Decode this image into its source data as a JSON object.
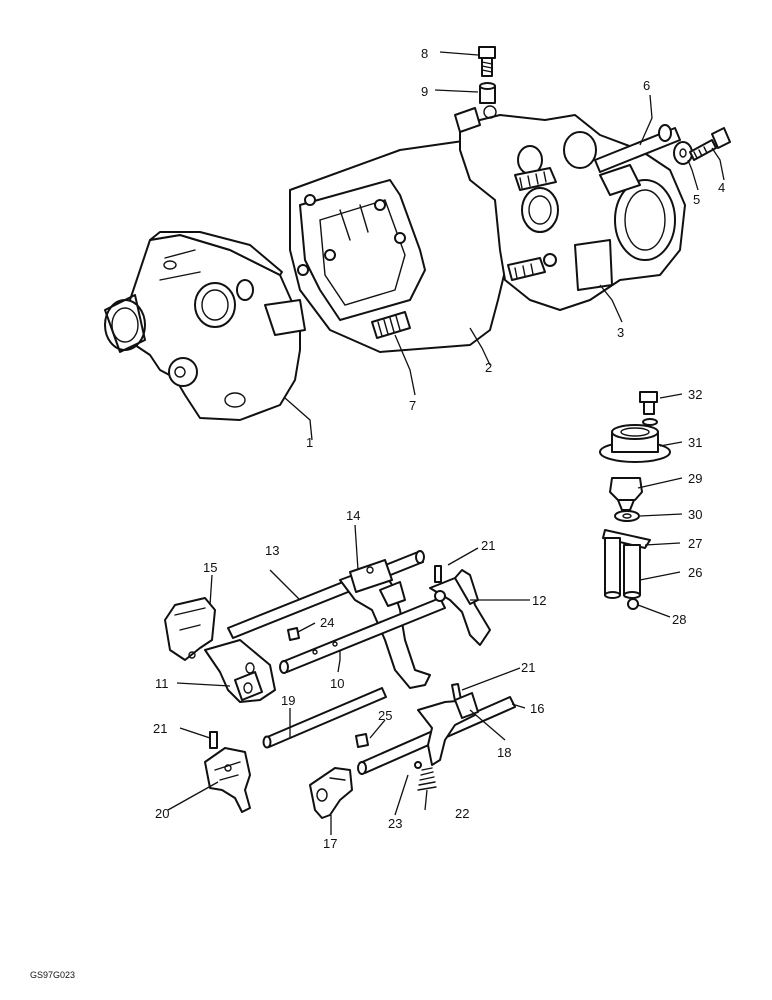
{
  "figure_ref": "GS97G023",
  "callouts": [
    "1",
    "2",
    "3",
    "4",
    "5",
    "6",
    "7",
    "8",
    "9",
    "10",
    "11",
    "12",
    "13",
    "14",
    "15",
    "16",
    "17",
    "18",
    "19",
    "20",
    "21",
    "21",
    "21",
    "22",
    "23",
    "24",
    "25",
    "26",
    "27",
    "28",
    "29",
    "30",
    "31",
    "32"
  ]
}
